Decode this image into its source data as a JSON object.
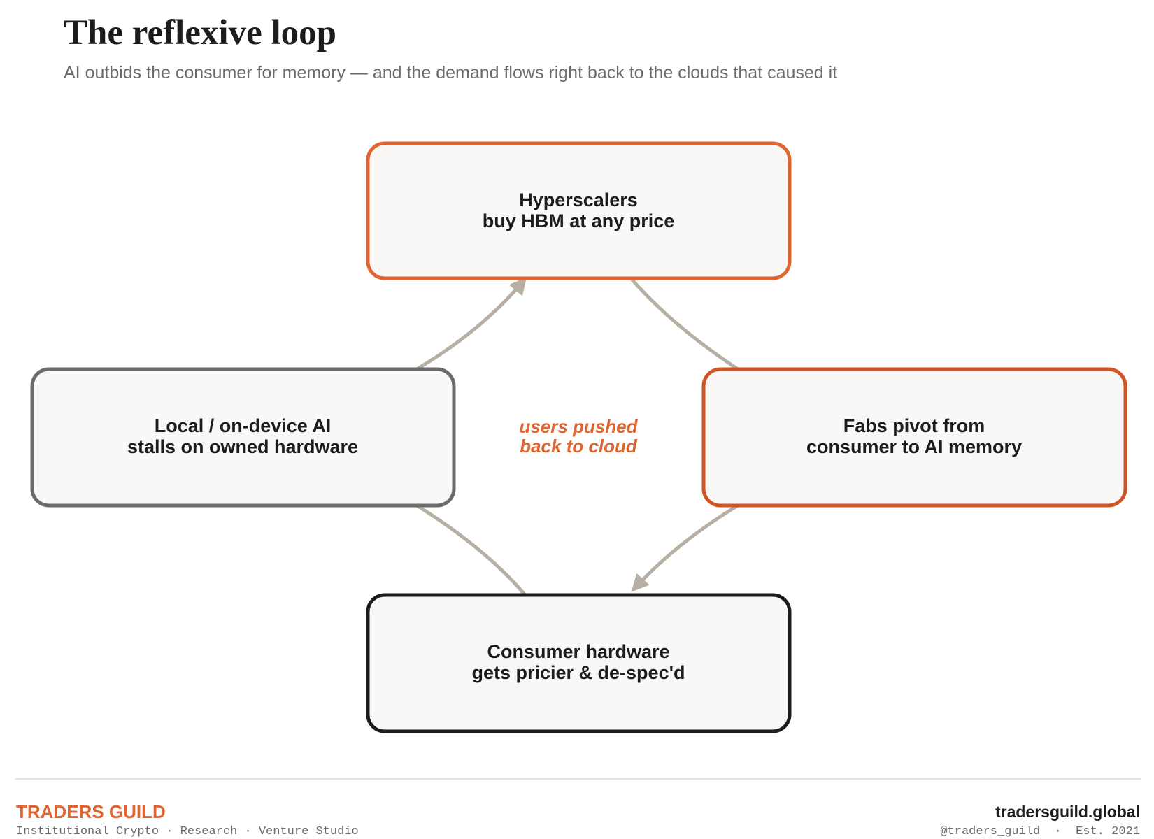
{
  "header": {
    "title": "The reflexive loop",
    "subtitle": "AI outbids the consumer for memory — and the demand flows right back to the clouds that caused it"
  },
  "diagram": {
    "nodes": [
      {
        "id": "hyperscalers",
        "lines": [
          "Hyperscalers",
          "buy HBM at any price"
        ],
        "border": "#e06530"
      },
      {
        "id": "fabs",
        "lines": [
          "Fabs pivot from",
          "consumer to AI memory"
        ],
        "border": "#cf5426"
      },
      {
        "id": "consumer",
        "lines": [
          "Consumer hardware",
          "gets pricier & de-spec'd"
        ],
        "border": "#1c1c1c"
      },
      {
        "id": "local",
        "lines": [
          "Local / on-device AI",
          "stalls on owned hardware"
        ],
        "border": "#6b6b6b"
      }
    ],
    "center_label": [
      "users pushed",
      "back to cloud"
    ],
    "edges": [
      {
        "from": "hyperscalers",
        "to": "fabs"
      },
      {
        "from": "fabs",
        "to": "consumer"
      },
      {
        "from": "consumer",
        "to": "local"
      },
      {
        "from": "local",
        "to": "hyperscalers"
      }
    ]
  },
  "colors": {
    "accent": "#e06530",
    "arrow": "#b8afa4",
    "node_fill": "#f9f8f6",
    "text": "#1c1c1c",
    "muted": "#6b6b6b"
  },
  "footer": {
    "brand": "TRADERS GUILD",
    "tagline": "Institutional Crypto · Research · Venture Studio",
    "site": "tradersguild.global",
    "handle": "@traders_guild  ·  Est. 2021"
  }
}
